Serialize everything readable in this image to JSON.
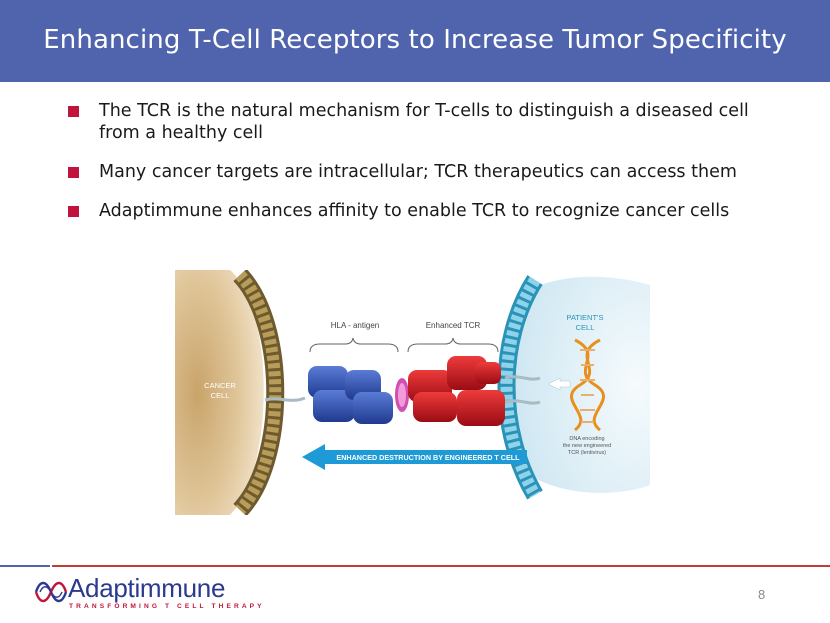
{
  "slide": {
    "title": "Enhancing T-Cell Receptors to Increase Tumor Specificity",
    "page_number": "8"
  },
  "bullets": [
    {
      "text": "The TCR is the natural mechanism for T-cells to distinguish a diseased cell from a healthy cell"
    },
    {
      "text": "Many cancer targets are intracellular; TCR therapeutics can access them"
    },
    {
      "text": "Adaptimmune enhances affinity to enable TCR to recognize cancer cells"
    }
  ],
  "figure": {
    "cancer_cell_line1": "CANCER",
    "cancer_cell_line2": "CELL",
    "hla_label": "HLA - antigen",
    "tcr_label": "Enhanced TCR",
    "patient_cell_line1": "PATIENT'S",
    "patient_cell_line2": "CELL",
    "dna_line1": "DNA encoding",
    "dna_line2": "the new engineered",
    "dna_line3": "TCR (lentivirus)",
    "arrow_label": "ENHANCED DESTRUCTION BY ENGINEERED T CELL"
  },
  "logo": {
    "name": "Adaptimmune",
    "tagline": "TRANSFORMING T CELL THERAPY"
  },
  "colors": {
    "title_bar": "#5063ad",
    "bullet_marker": "#c0143c",
    "hla_blue": "#2e4ea8",
    "tcr_red": "#c8101e",
    "arrow_blue": "#1e9ad6"
  }
}
